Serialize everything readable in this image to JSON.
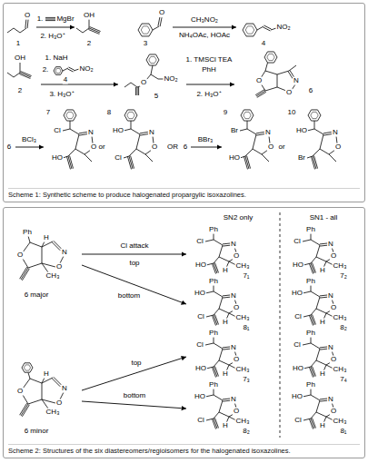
{
  "diagram": {
    "nodes": [
      {
        "text": [
          "Scheme 1: Synthetic scheme to produce halogenated propargylic isoxazolines."
        ]
      },
      {
        "text": [
          "Scheme 2: Structures of the six diastereomers/regioisomers for the halogenated isoxazolines."
        ]
      }
    ],
    "labels": [
      "O",
      "1",
      "1.",
      "MgBr",
      "2. H₃O⁺",
      "OH",
      "2",
      "O",
      "3",
      "CH₃NO₂",
      "NH₄OAc, HOAc",
      "NO₂",
      "4",
      "OH",
      "2",
      "1. NaH",
      "2.",
      "NO₂",
      "4",
      "3. H₃O⁺",
      "O",
      "NO₂",
      "5",
      "1. TMSCl TEA",
      "PhH",
      "2. H₃O⁺",
      "O",
      "N",
      "O",
      "6",
      "6",
      "BCl₃",
      "7",
      "Cl",
      "HO",
      "N",
      "O",
      "or",
      "8",
      "HO",
      "Cl",
      "N",
      "O",
      "OR",
      "6",
      "BBr₃",
      "9",
      "Br",
      "HO",
      "N",
      "O",
      "or",
      "10",
      "HO",
      "Br",
      "N",
      "O",
      "SN2 only",
      "SN1 - all",
      "Ph",
      "O",
      "N",
      "O",
      "H",
      "CH₃",
      "6 major",
      "Cl attack",
      "top",
      "bottom",
      "Ph",
      "Cl",
      "HO",
      "N",
      "O",
      "H",
      "CH₃",
      "7₁",
      "Ph",
      "HO",
      "Cl",
      "N",
      "O",
      "H",
      "CH₃",
      "8₁",
      "O",
      "N",
      "O",
      "H",
      "CH₃",
      "6 minor",
      "top",
      "bottom",
      "Ph",
      "Cl",
      "HO",
      "N",
      "O",
      "H",
      "CH₃",
      "7₃",
      "Ph",
      "HO",
      "Cl",
      "N",
      "O",
      "H",
      "CH₃",
      "8₂",
      "Ph",
      "Cl",
      "HO",
      "N",
      "O",
      "H",
      "CH₃",
      "7₂",
      "Ph",
      "HO",
      "Cl",
      "N",
      "O",
      "H",
      "CH₃",
      "8₂",
      "Ph",
      "Cl",
      "HO",
      "N",
      "O",
      "H",
      "CH₃",
      "7₄",
      "Ph",
      "HO",
      "Cl",
      "N",
      "O",
      "H",
      "CH₃",
      "8₁"
    ]
  }
}
